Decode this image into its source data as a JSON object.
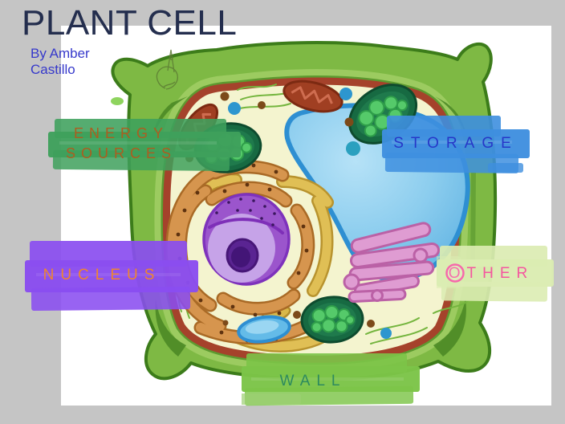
{
  "window": {
    "background_color": "#c5c5c5",
    "canvas_color": "#ffffff"
  },
  "header": {
    "title": "PLANT CELL",
    "title_color": "#242e4e",
    "byline": [
      "By Amber",
      "Castillo"
    ],
    "byline_color": "#3639cb"
  },
  "category_labels": [
    {
      "label": "ENERGY SOURCES",
      "lines": [
        "ENERGY",
        "SOURCES"
      ],
      "banner_color": "#3ea05c",
      "text_color": "#ad5d1f"
    },
    {
      "label": "STORAGE",
      "lines": [
        "STORAGE"
      ],
      "banner_color": "#3e8fdf",
      "text_color": "#2637c8"
    },
    {
      "label": "NUCLEUS",
      "lines": [
        "NUCLEUS"
      ],
      "banner_color": "#8a4df0",
      "text_color": "#ee8530"
    },
    {
      "label": "OTHER",
      "lines": [
        "OTHER"
      ],
      "banner_color": "#dbecb2",
      "text_color": "#f5569f"
    },
    {
      "label": "WALL",
      "lines": [
        "WALL"
      ],
      "banner_color": "#7cc448",
      "text_color": "#2d8a5e"
    }
  ],
  "illustration": {
    "subject": "hand-drawn plant cell cross-section",
    "colors": {
      "cell_wall": "#7eb944",
      "cell_wall_outline": "#3c7c1a",
      "cell_membrane": "#a5422b",
      "cytoplasm": "#f4f4cf",
      "central_vacuole": "#7cc4ea",
      "vacuole_outline": "#2e8fd2",
      "nucleus": "#9b55cc",
      "nucleus_inner": "#c6a3e8",
      "nucleolus": "#5a2492",
      "rough_er": "#d6954e",
      "smooth_er": "#e0bf55",
      "chloroplast": "#176a42",
      "chloroplast_grana": "#55ca6a",
      "mitochondrion": "#a03f22",
      "golgi": "#df9cd2",
      "blue_vesicle": "#64bbe8",
      "ribosome_dot": "#5f3310"
    }
  }
}
